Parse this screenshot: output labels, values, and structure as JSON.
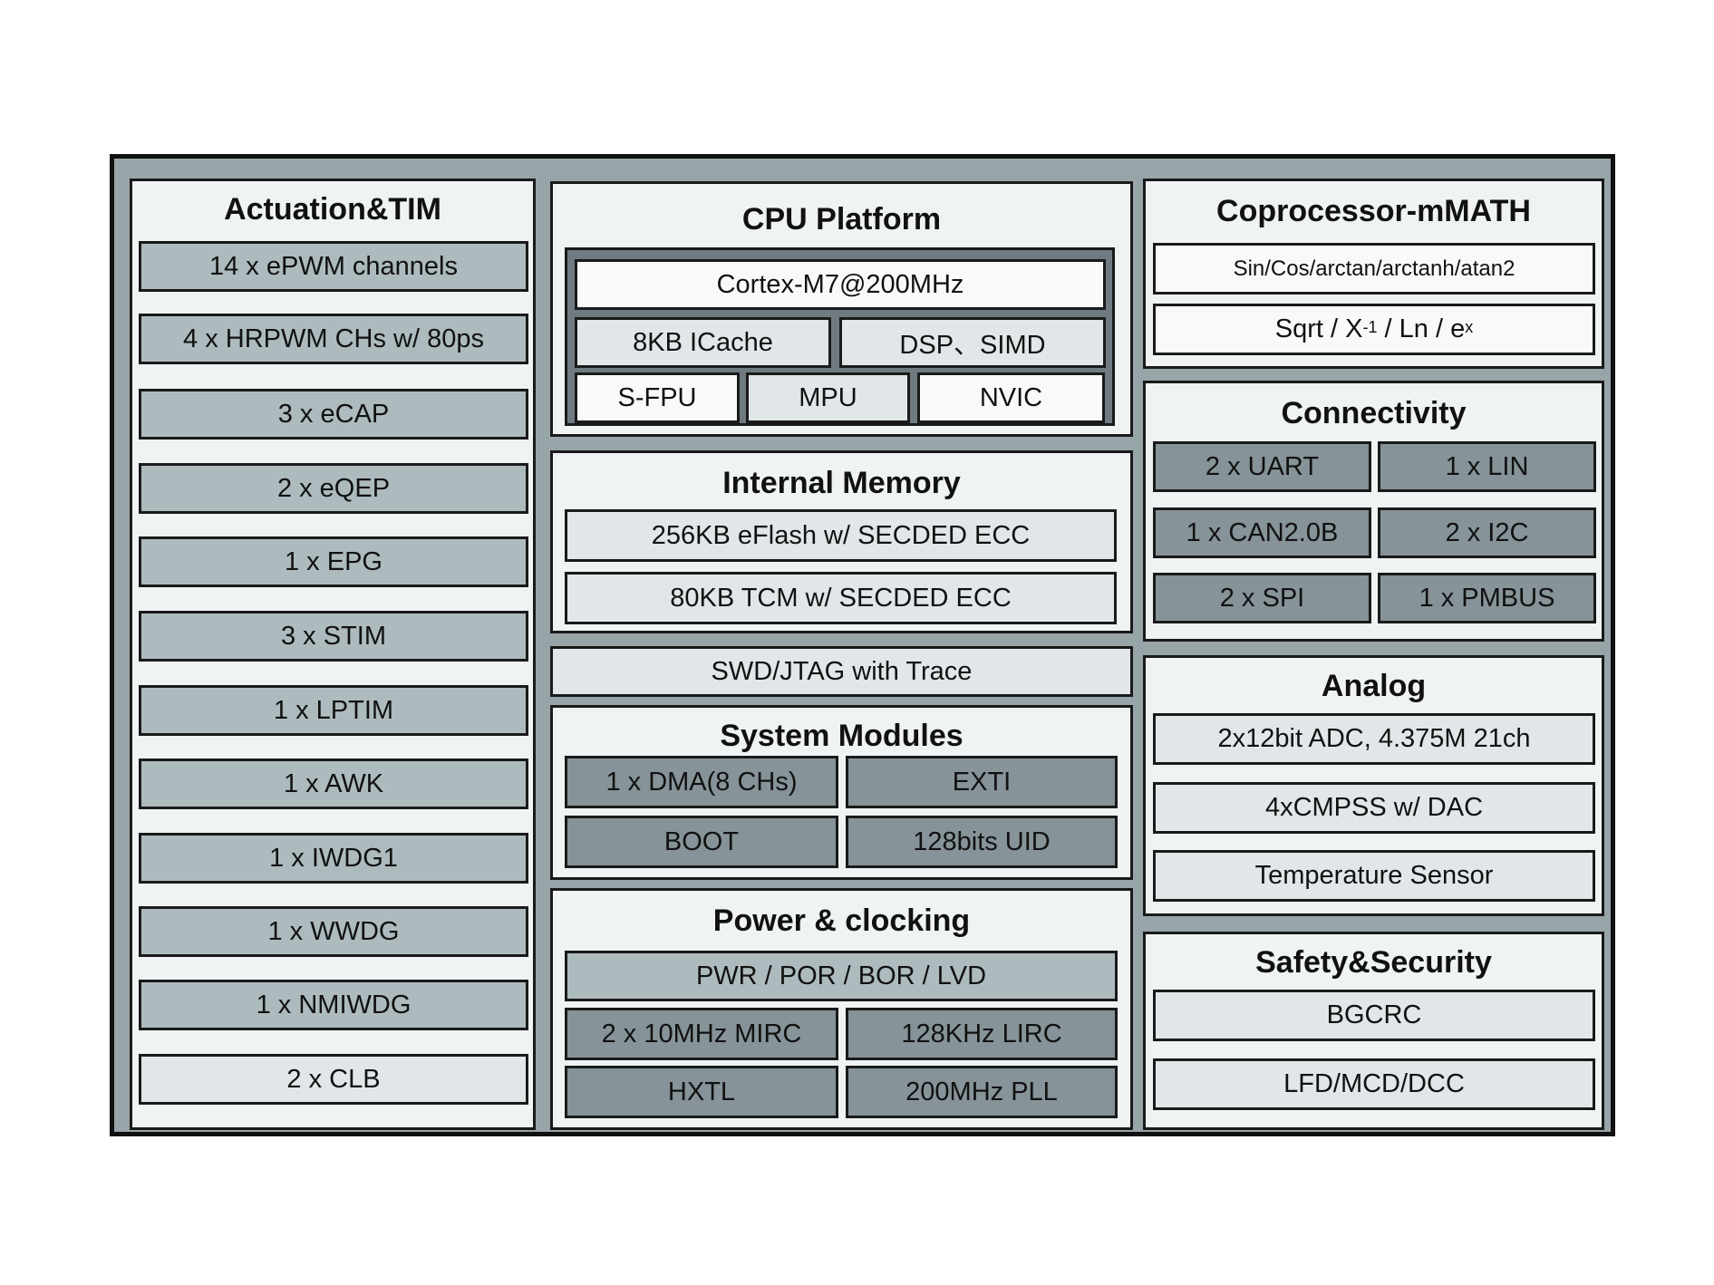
{
  "actuation": {
    "title": "Actuation&TIM",
    "items": [
      "14 x ePWM channels",
      "4 x HRPWM CHs w/ 80ps",
      "3 x eCAP",
      "2 x eQEP",
      "1 x EPG",
      "3 x STIM",
      "1 x LPTIM",
      "1 x AWK",
      "1 x IWDG1",
      "1 x WWDG",
      "1 x NMIWDG",
      "2 x CLB"
    ]
  },
  "cpu": {
    "title": "CPU Platform",
    "core": "Cortex-M7@200MHz",
    "icache": "8KB ICache",
    "dsp": "DSP、SIMD",
    "sfpu": "S-FPU",
    "mpu": "MPU",
    "nvic": "NVIC"
  },
  "memory": {
    "title": "Internal Memory",
    "items": [
      "256KB eFlash w/ SECDED ECC",
      "80KB TCM w/ SECDED ECC"
    ]
  },
  "debug": {
    "label": "SWD/JTAG with Trace"
  },
  "system": {
    "title": "System Modules",
    "items": [
      "1 x DMA(8 CHs)",
      "EXTI",
      "BOOT",
      "128bits UID"
    ]
  },
  "power": {
    "title": "Power & clocking",
    "pwr": "PWR / POR / BOR / LVD",
    "items": [
      "2 x 10MHz MIRC",
      "128KHz LIRC",
      "HXTL",
      "200MHz PLL"
    ]
  },
  "coproc": {
    "title": "Coprocessor-mMATH",
    "func1": "Sin/Cos/arctan/arctanh/atan2",
    "func2_a": "Sqrt / X",
    "func2_sup1": "-1",
    "func2_b": " / Ln / e",
    "func2_sup2": "x"
  },
  "connectivity": {
    "title": "Connectivity",
    "items": [
      "2 x UART",
      "1 x LIN",
      "1 x CAN2.0B",
      "2 x I2C",
      "2 x SPI",
      "1 x PMBUS"
    ]
  },
  "analog": {
    "title": "Analog",
    "items": [
      "2x12bit ADC, 4.375M 21ch",
      "4xCMPSS w/ DAC",
      "Temperature Sensor"
    ]
  },
  "safety": {
    "title": "Safety&Security",
    "items": [
      "BGCRC",
      "LFD/MCD/DCC"
    ]
  }
}
